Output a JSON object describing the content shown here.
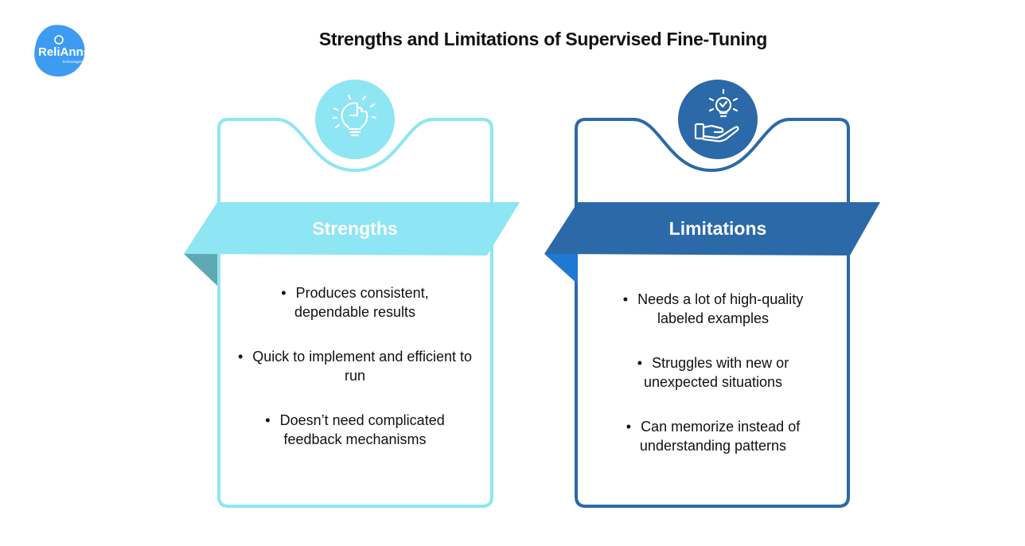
{
  "logo": {
    "text": "ReliAnns",
    "subtext": "Technologies"
  },
  "title": "Strengths and Limitations of Supervised Fine-Tuning",
  "colors": {
    "strengths_accent": "#8ee5f3",
    "strengths_fold": "#5ea8b3",
    "limitations_accent": "#2b69a8",
    "limitations_fold": "#1f78d1",
    "logo_blue": "#3d9cf0"
  },
  "strengths": {
    "icon": "lightbulb-puzzle-icon",
    "label": "Strengths",
    "items": [
      "Produces consistent, dependable results",
      "Quick to implement and efficient to run",
      "Doesn’t need complicated feedback mechanisms"
    ]
  },
  "limitations": {
    "icon": "hand-lightbulb-icon",
    "label": "Limitations",
    "items": [
      "Needs a lot of high-quality labeled examples",
      "Struggles with new or unexpected situations",
      "Can memorize instead of understanding patterns"
    ]
  }
}
